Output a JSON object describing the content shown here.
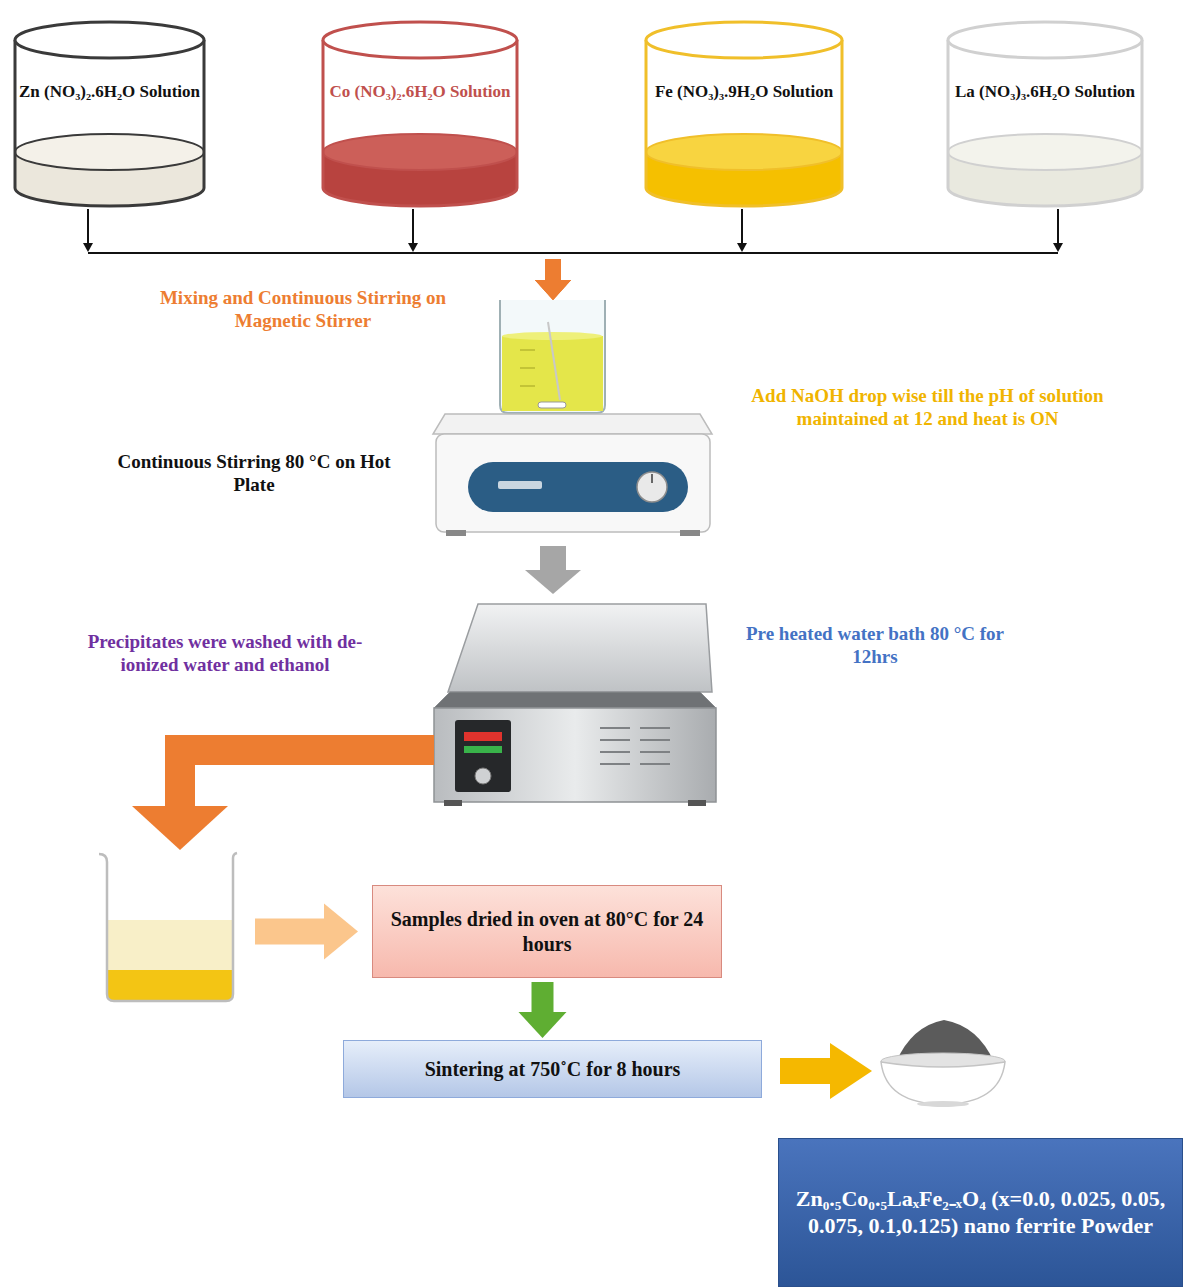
{
  "diagram": {
    "nodes": [
      {
        "text": [
          "Zn (NO₃)₂.6H₂O Solution"
        ]
      },
      {
        "text": [
          "Co (NO₃)₂.6H₂O Solution"
        ]
      },
      {
        "text": [
          "Fe (NO₃)₃.9H₂O Solution"
        ]
      },
      {
        "text": [
          "La (NO₃)₃.6H₂O Solution"
        ]
      },
      {
        "text": [
          "Mixing and Continuous Stirring on Magnetic Stirrer",
          "Continuous Stirring 80 °C on Hot Plate",
          "Add NaOH drop wise till the pH of solution maintained at 12 and heat is ON"
        ]
      },
      {
        "text": [
          "Pre heated water bath 80 °C for 12hrs"
        ]
      },
      {
        "text": [
          "Precipitates were washed with de-ionized water and ethanol"
        ]
      },
      {
        "text": [
          "Samples dried in oven at 80°C for 24 hours"
        ]
      },
      {
        "text": [
          "Sintering at 750˚C for 8 hours"
        ]
      },
      {
        "text": [
          "Zn₀.₅Co₀.₅LaₓFe₂₋ₓO₄ (x=0.0, 0.025, 0.05, 0.075, 0.1,0.125) nano ferrite Powder"
        ]
      }
    ],
    "edges": [
      {
        "from": 0,
        "to": 4,
        "arrow": "to"
      },
      {
        "from": 1,
        "to": 4,
        "arrow": "to"
      },
      {
        "from": 2,
        "to": 4,
        "arrow": "to"
      },
      {
        "from": 3,
        "to": 4,
        "arrow": "to"
      },
      {
        "from": 4,
        "to": 5,
        "arrow": "to"
      },
      {
        "from": 5,
        "to": 6,
        "arrow": "to"
      },
      {
        "from": 6,
        "to": 7,
        "arrow": "to"
      },
      {
        "from": 7,
        "to": 8,
        "arrow": "to"
      }
    ]
  }
}
